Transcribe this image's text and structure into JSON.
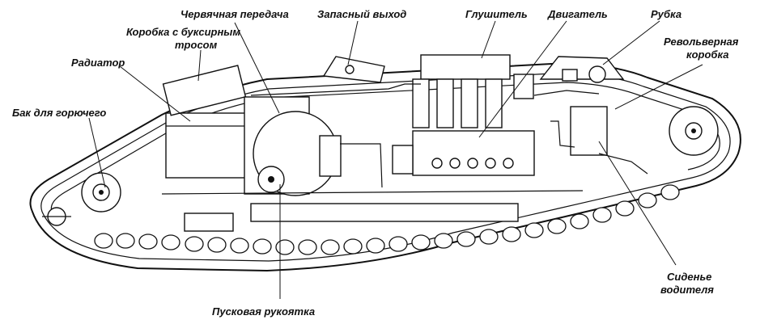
{
  "labels": {
    "worm_gear": "Червячная передача",
    "emergency_exit": "Запасный выход",
    "muffler": "Глушитель",
    "engine": "Двигатель",
    "cabin": "Рубка",
    "gearbox_line1": "Коробка с буксирным",
    "gearbox_line2": "тросом",
    "revolver_line1": "Револьверная",
    "revolver_line2": "коробка",
    "radiator": "Радиатор",
    "fuel_tank": "Бак для горючего",
    "driver_seat_line1": "Сиденье",
    "driver_seat_line2": "водителя",
    "starter_handle": "Пусковая рукоятка"
  },
  "colors": {
    "ink": "#111111",
    "paper": "#ffffff"
  }
}
